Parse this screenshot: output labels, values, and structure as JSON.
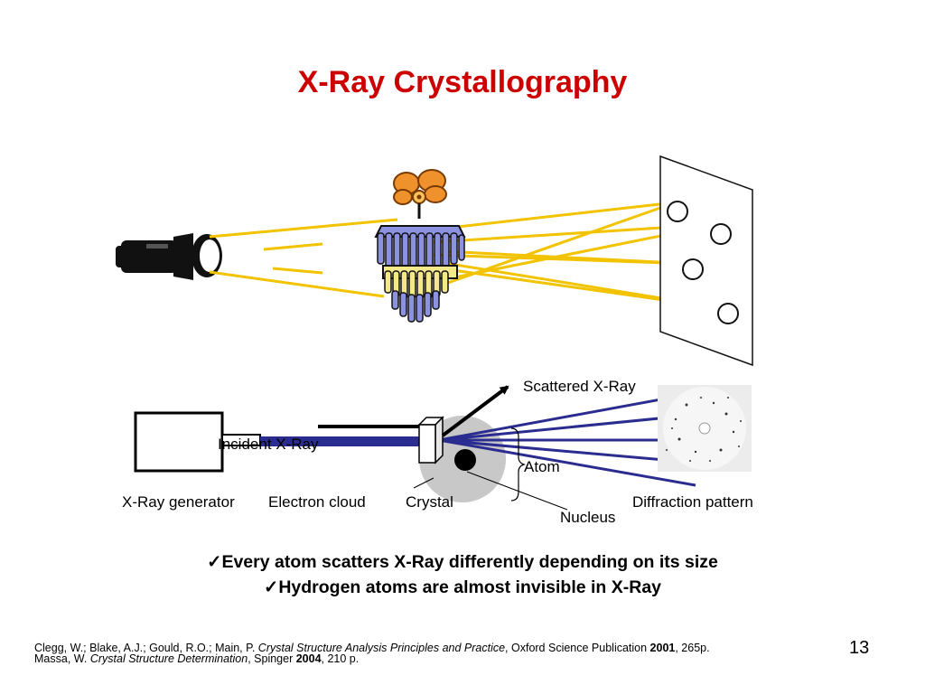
{
  "slide": {
    "title": "X-Ray Crystallography",
    "page_number": "13"
  },
  "labels": {
    "scattered_xray": "Scattered X-Ray",
    "incident_xray": "Incident X-Ray",
    "atom": "Atom",
    "xray_generator": "X-Ray generator",
    "electron_cloud": "Electron cloud",
    "crystal": "Crystal",
    "nucleus": "Nucleus",
    "diffraction_pattern": "Diffraction pattern"
  },
  "bullets": [
    "Every atom scatters X-Ray differently depending on its size",
    "Hydrogen atoms are almost invisible in X-Ray"
  ],
  "bullet_icon": "checkmark-icon",
  "references": [
    {
      "authors": "Clegg, W.; Blake, A.J.; Gould, R.O.; Main, P. ",
      "title": "Crystal Structure Analysis Principles and Practice",
      "publisher": ", Oxford Science Publication ",
      "year": "2001",
      "pages": ", 265p."
    },
    {
      "authors": "Massa, W. ",
      "title": "Crystal Structure Determination",
      "publisher": ", Spinger ",
      "year": "2004",
      "pages": ", 210 p."
    }
  ],
  "colors": {
    "title": "#cc0000",
    "beam_yellow": "#f2c300",
    "beam_blue": "#2a2d8f",
    "electron_cloud": "#c8c8c8",
    "chandelier_blue": "#8c92e0",
    "chandelier_yellow": "#f3e88a",
    "flower_orange": "#f0922c"
  }
}
